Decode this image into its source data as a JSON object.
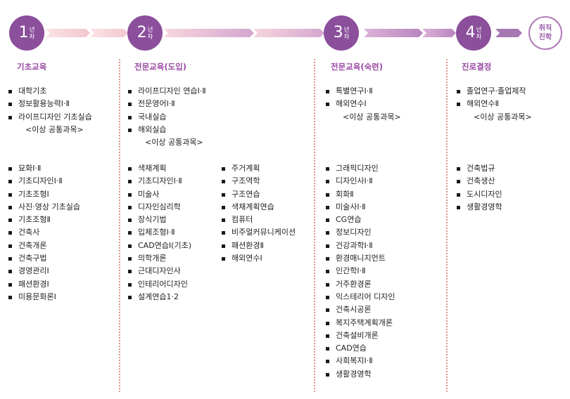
{
  "timeline": {
    "years": [
      {
        "num": "1",
        "nyeon": "년",
        "cha": "차"
      },
      {
        "num": "2",
        "nyeon": "년",
        "cha": "차"
      },
      {
        "num": "3",
        "nyeon": "년",
        "cha": "차"
      },
      {
        "num": "4",
        "nyeon": "년",
        "cha": "차"
      }
    ],
    "final": {
      "line1": "취직",
      "line2": "진학"
    }
  },
  "columns": [
    {
      "header": "기초교육",
      "group1": [
        "대학기초",
        "정보활용능력Ⅰ·Ⅱ",
        "라이프디자인 기초실습"
      ],
      "group1_note": "<이상 공통과목>",
      "group2": [
        "묘화Ⅰ·Ⅱ",
        "기초디자인Ⅰ·Ⅱ",
        "기초조형Ⅰ",
        "사진·영상 기초실습",
        "기초조형Ⅱ",
        "건축사",
        "건축개론",
        "건축구법",
        "경영관리Ⅰ",
        "패션환경Ⅰ",
        "미용문화론Ⅰ"
      ]
    },
    {
      "header": "전문교육(도입)",
      "group1": [
        "라이프디자인 연습Ⅰ·Ⅱ",
        "전문영어Ⅰ·Ⅱ",
        "국내실습",
        "해외실습"
      ],
      "group1_note": "<이상 공통과목>",
      "group2": [
        "색채계획",
        "기초디자인Ⅰ·Ⅱ",
        "미술사",
        "디자인심리학",
        "장식기법",
        "입체조형Ⅰ·Ⅱ",
        "CAD연습Ⅰ(기초)",
        "의학개론",
        "근대디자인사",
        "인테리어디자인",
        "설계연습1·2"
      ],
      "group3": [
        "주거계획",
        "구조역학",
        "구조연습",
        "색채계획연습",
        "컴퓨터",
        "비주얼커뮤니케이션",
        "패션환경Ⅱ",
        "해외연수Ⅰ"
      ]
    },
    {
      "header": "전문교육(숙련)",
      "group1": [
        "특별연구Ⅰ·Ⅱ",
        "해외연수Ⅰ"
      ],
      "group1_note": "<이상 공통과목>",
      "group2": [
        "그래픽디자인",
        "디자인사Ⅰ·Ⅱ",
        "회화Ⅱ",
        "미술사Ⅰ·Ⅱ",
        "CG연습",
        "정보디자인",
        "건강과학Ⅰ·Ⅱ",
        "환경매니지먼트",
        "인간학Ⅰ·Ⅱ",
        "거주환경론",
        "익스테리어 디자인",
        "건축시공론",
        "복지주택계획개론",
        "건축설비개론",
        "CAD연습",
        "사회복지Ⅰ·Ⅱ",
        "생활경영학"
      ]
    },
    {
      "header": "진로결정",
      "group1": [
        "졸업연구·졸업제작",
        "해외연수Ⅱ"
      ],
      "group1_note": "<이상 공통과목>",
      "group2": [
        "건축법규",
        "건축생산",
        "도시디자인",
        "생활경영학"
      ]
    }
  ],
  "colors": {
    "accent": "#8b4f9c",
    "header": "#9a4aa4",
    "divider": "#e0938a",
    "arrow": "#f6d3d3"
  }
}
